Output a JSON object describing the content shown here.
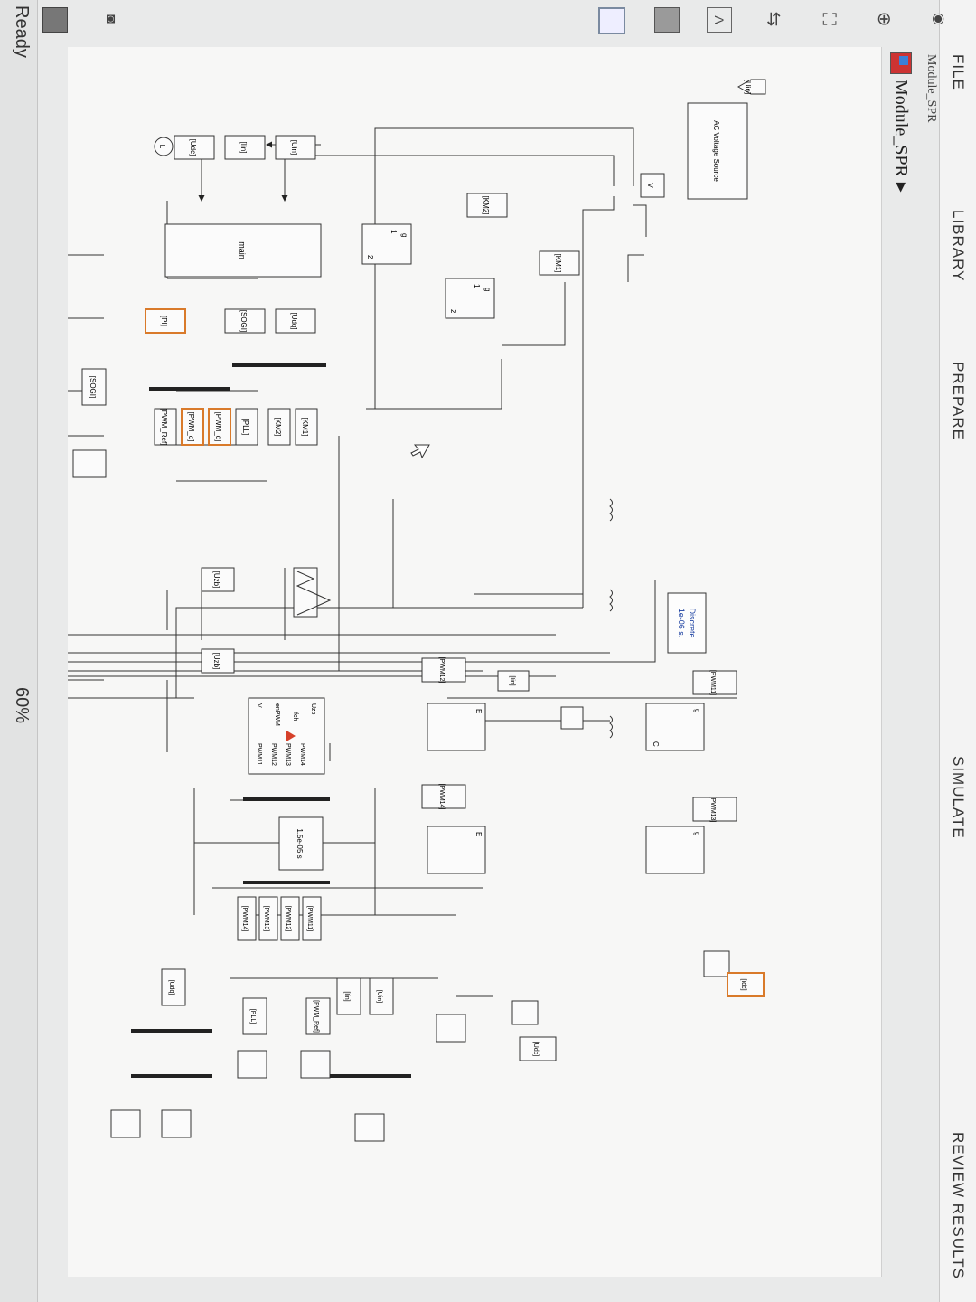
{
  "tabs": [
    "FILE",
    "LIBRARY",
    "PREPARE",
    "SIMULATE",
    "REVIEW RESULTS"
  ],
  "breadcrumb": "Module_SPR",
  "model": {
    "name": "Module_SPR",
    "arrow": "▶"
  },
  "toolbar_icons": [
    "zoom-in-icon",
    "fit-view-icon",
    "arrows-icon",
    "text-annotation-icon",
    "image-icon",
    "area-icon"
  ],
  "blocks": {
    "ac_source": "AC Voltage Source",
    "powergui": [
      "Discrete",
      "1e-06 s."
    ],
    "main": "main",
    "pwm": {
      "in_v": "V",
      "in_en": "enPWM",
      "in_fch": "fch",
      "in_uzb": "Uzb",
      "out": [
        "PWM11",
        "PWM12",
        "PWM13",
        "PWM14"
      ]
    },
    "delay": [
      "1.5e-05 s"
    ],
    "clock": "L"
  },
  "tags": {
    "uin": "[Uin]",
    "iin": "[Iin]",
    "udc": "[Udc]",
    "idc": "[Idc]",
    "km1": "[KM1]",
    "km2": "[KM2]",
    "pwm11": "[PWM11]",
    "pwm12": "[PWM12]",
    "pwm13": "[PWM13]",
    "pwm14": "[PWM14]",
    "udq": "[Udq]",
    "sogi": "[SOGI]",
    "pi": "[PI]",
    "pll": "[PLL]",
    "pwm_d": "[PWM_d]",
    "pwm_q": "[PWM_q]",
    "pwm_ref": "[PWM_Ref]",
    "uzb": "[Uzb]"
  },
  "switch_ports": {
    "g": "g",
    "one": "1",
    "two": "2"
  },
  "igbt_ports": {
    "g": "g",
    "c": "C",
    "e": "E"
  },
  "status": {
    "ready": "Ready",
    "zoom": "60%"
  }
}
